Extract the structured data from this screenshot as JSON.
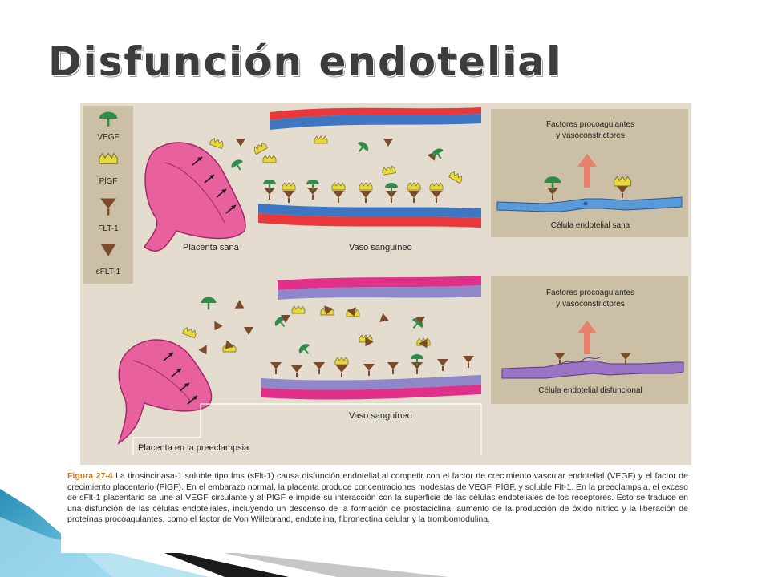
{
  "slide": {
    "title": "Disfunción endotelial"
  },
  "legend": {
    "vegf": "VEGF",
    "pigf": "PlGF",
    "flt1": "FLT-1",
    "sflt1": "sFLT-1"
  },
  "top_scene": {
    "placenta_label": "Placenta sana",
    "vessel_label": "Vaso sanguíneo",
    "inset_title_line1": "Factores procoagulantes",
    "inset_title_line2": "y vasoconstrictores",
    "inset_cell_label": "Célula endotelial sana"
  },
  "bottom_scene": {
    "placenta_label": "Placenta en la preeclampsia",
    "vessel_label": "Vaso sanguíneo",
    "inset_title_line1": "Factores procoagulantes",
    "inset_title_line2": "y vasoconstrictores",
    "inset_cell_label": "Célula endotelial disfuncional"
  },
  "caption": {
    "figure_label": "Figura 27-4",
    "text": "La tirosincinasa-1 soluble tipo fms (sFlt-1) causa disfunción endotelial al competir con el factor de crecimiento vascular endotelial (VEGF) y el factor de crecimiento placentario (PlGF). En el embarazo normal, la placenta produce concentraciones modestas de VEGF, PlGF, y soluble Flt-1. En la preeclampsia, el exceso de sFlt-1 placentario se une al VEGF circulante y al PlGF e impide su interacción con la superficie de las células endoteliales de los receptores. Esto se traduce en una disfunción de las células endoteliales, incluyendo un descenso de la formación de prostaciclina, aumento de la producción de óxido nítrico y la liberación de proteínas procoagulantes, como el factor de Von Willebrand, endotelina, fibronectina celular y la trombomodulina."
  },
  "colors": {
    "panel_bg": "#e3dccf",
    "inset_bg": "#cbbfa6",
    "placenta": "#e8609e",
    "vessel_red": "#e8383c",
    "vessel_blue": "#3f76c2",
    "vessel_magenta": "#e0308a",
    "vessel_lavender": "#8f88c8",
    "vegf_green": "#2e8b4a",
    "pigf_yellow": "#e8d83c",
    "flt_brown": "#7a4a2a",
    "arrow_salmon": "#e8806a",
    "caption_accent": "#cf7a25"
  }
}
